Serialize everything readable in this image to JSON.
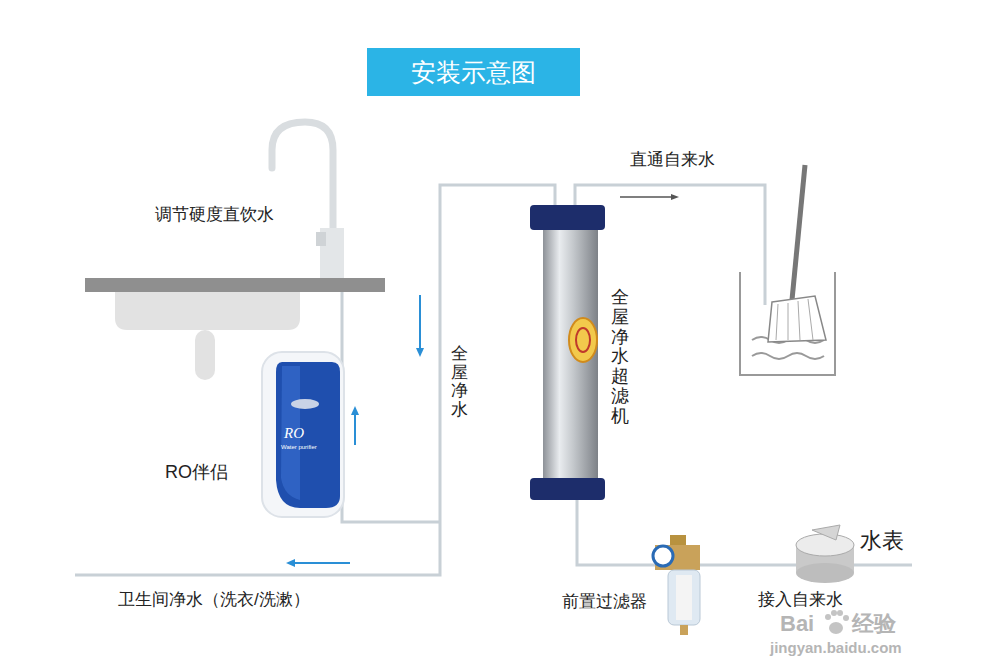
{
  "diagram": {
    "title": "安装示意图",
    "labels": [
      "调节硬度直饮水",
      "RO",
      "Water purifier",
      "RO伴侣",
      "全屋净水",
      "全屋净水超滤机",
      "直通自来水",
      "卫生间净水（洗衣/洗漱）",
      "前置过滤器",
      "水表",
      "接入自来水",
      "Bai",
      "经验",
      "jingyan.baidu.com"
    ]
  }
}
